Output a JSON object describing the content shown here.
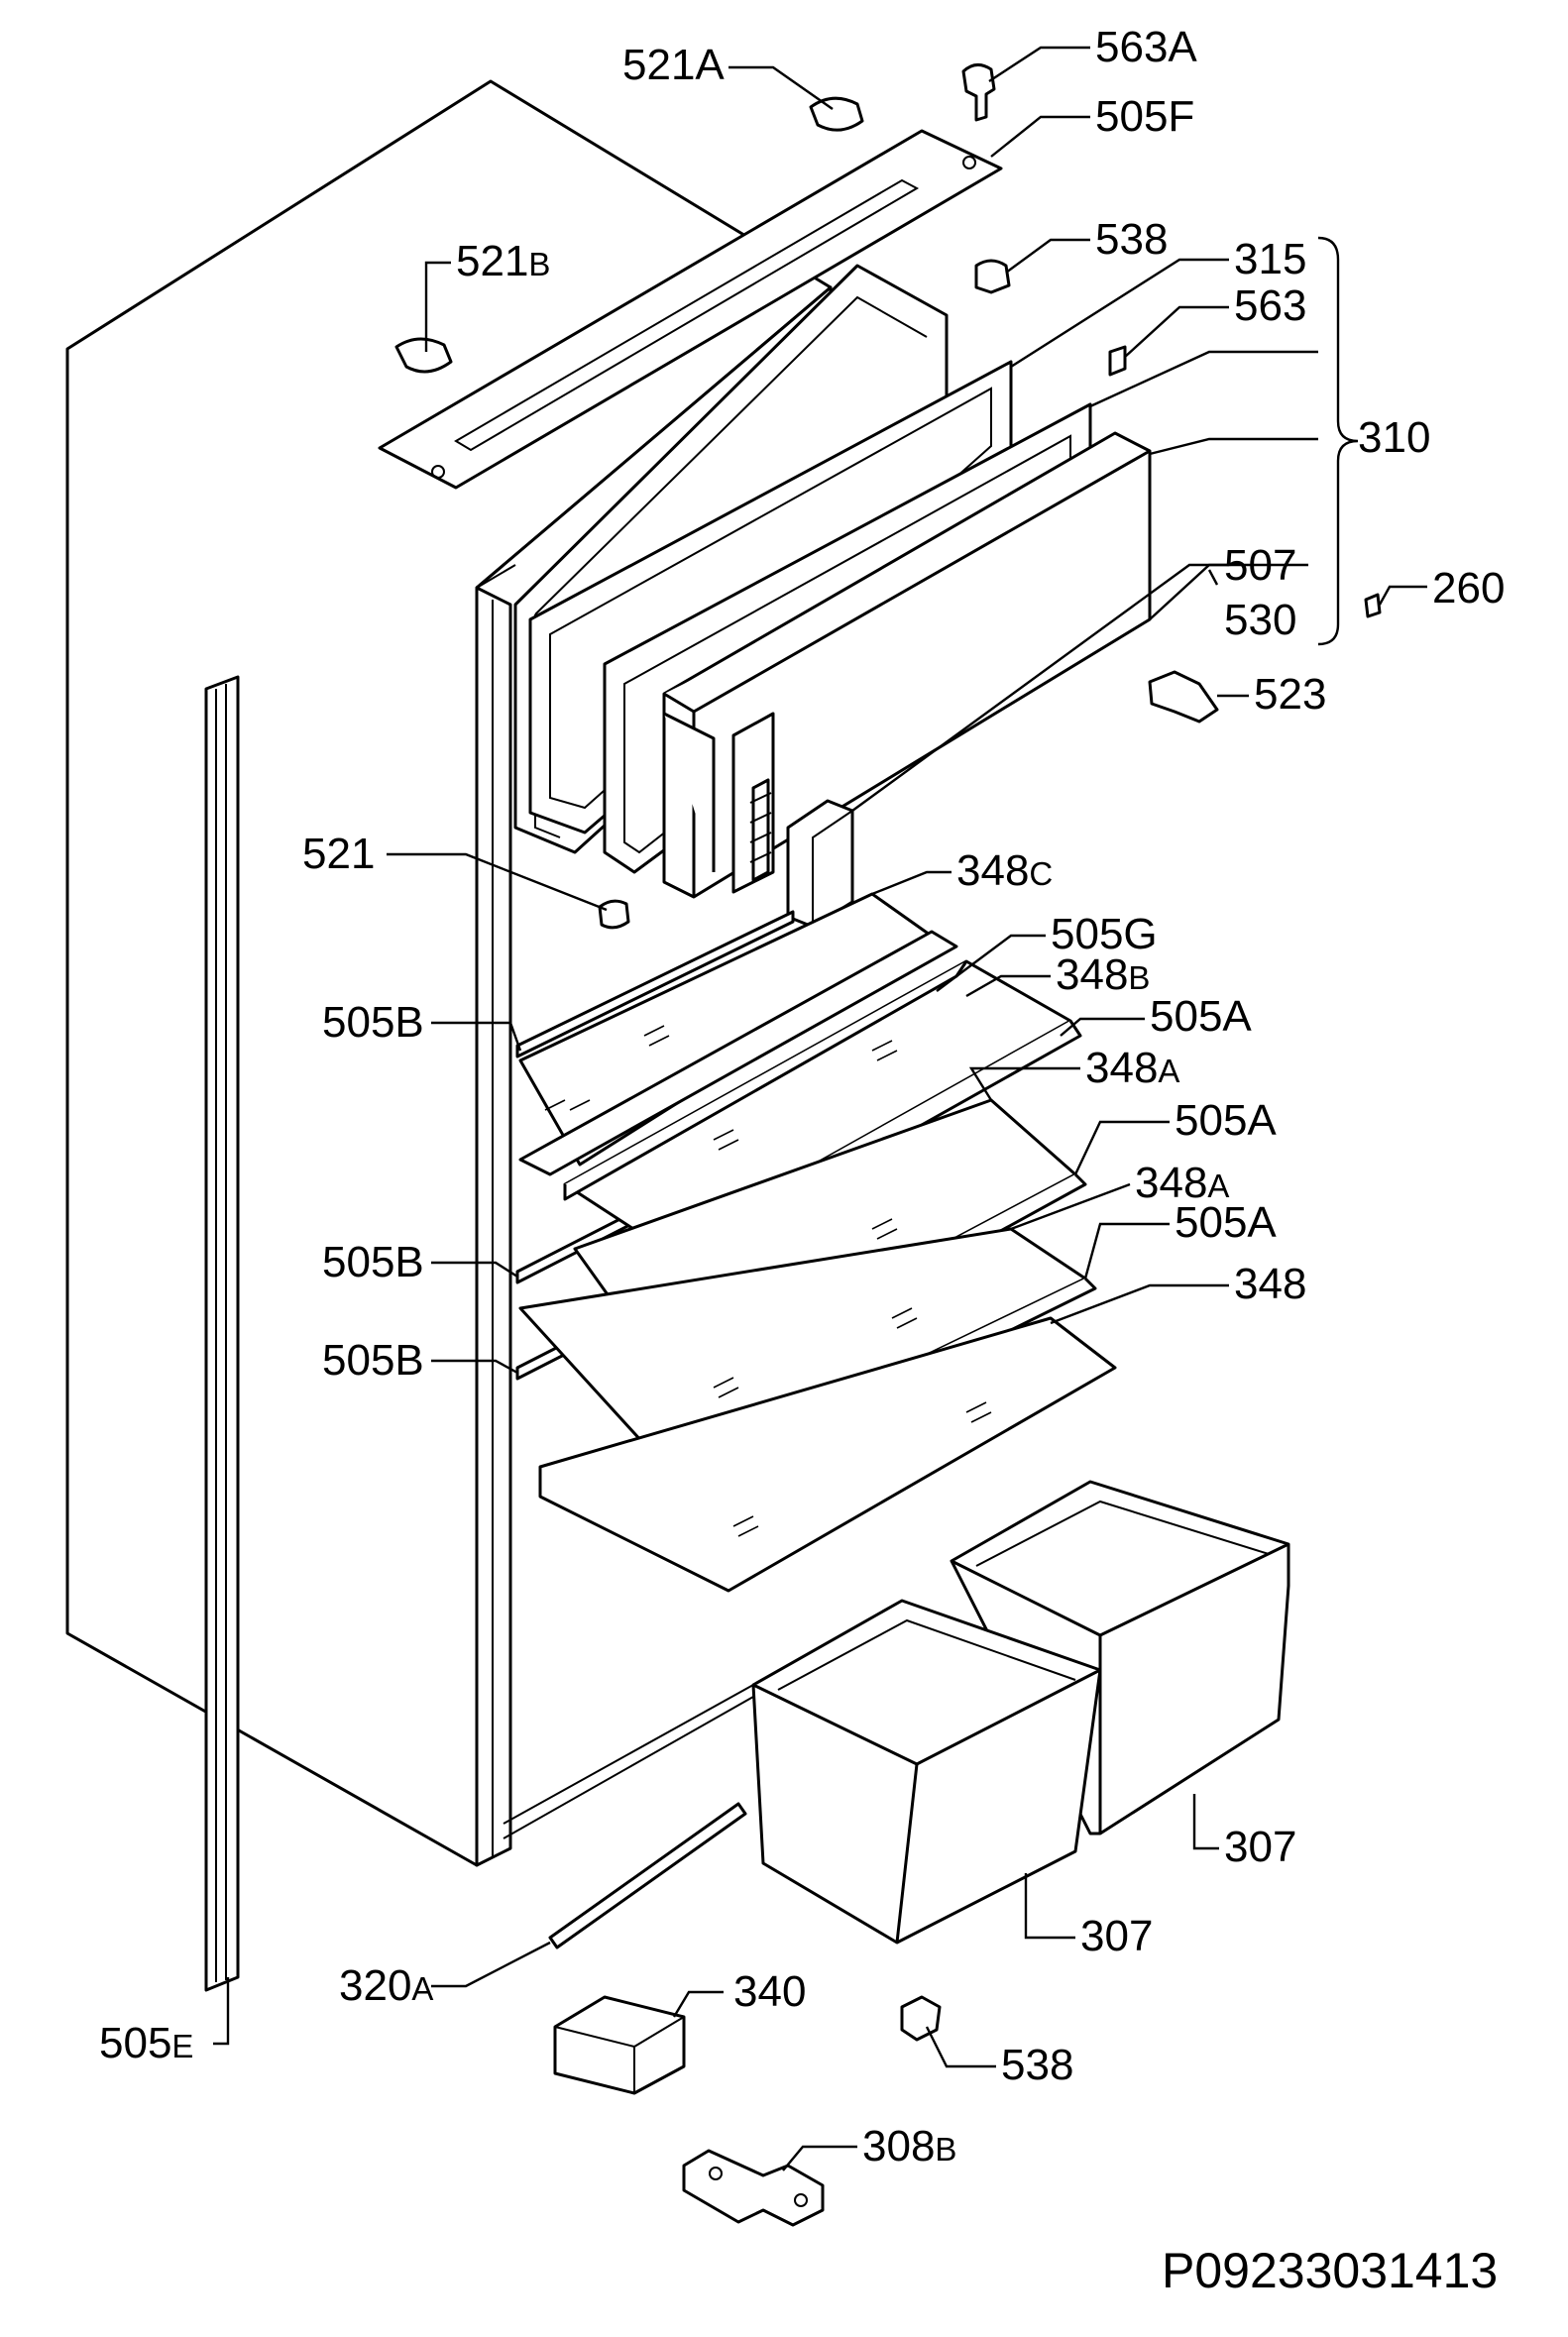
{
  "drawing_code": "P09233031413",
  "callouts": [
    {
      "id": "c563A",
      "num": "563",
      "suffix": "A"
    },
    {
      "id": "c521A",
      "num": "521",
      "suffix": "A"
    },
    {
      "id": "c505F",
      "num": "505",
      "suffix": "F"
    },
    {
      "id": "c538_top",
      "num": "538",
      "suffix": ""
    },
    {
      "id": "c521B",
      "num": "521",
      "suffix": "B"
    },
    {
      "id": "c315",
      "num": "315",
      "suffix": ""
    },
    {
      "id": "c563",
      "num": "563",
      "suffix": ""
    },
    {
      "id": "c310",
      "num": "310",
      "suffix": ""
    },
    {
      "id": "c507",
      "num": "507",
      "suffix": ""
    },
    {
      "id": "c260",
      "num": "260",
      "suffix": ""
    },
    {
      "id": "c530",
      "num": "530",
      "suffix": ""
    },
    {
      "id": "c523",
      "num": "523",
      "suffix": ""
    },
    {
      "id": "c521",
      "num": "521",
      "suffix": ""
    },
    {
      "id": "c348C",
      "num": "348",
      "suffix": "C"
    },
    {
      "id": "c505G",
      "num": "505G",
      "suffix": ""
    },
    {
      "id": "c348B",
      "num": "348",
      "suffix": "B"
    },
    {
      "id": "c505B_1",
      "num": "505B",
      "suffix": ""
    },
    {
      "id": "c505A_1",
      "num": "505A",
      "suffix": ""
    },
    {
      "id": "c348A_1",
      "num": "348",
      "suffix": "A"
    },
    {
      "id": "c505A_2",
      "num": "505A",
      "suffix": ""
    },
    {
      "id": "c348A_2",
      "num": "348",
      "suffix": "A"
    },
    {
      "id": "c505B_2",
      "num": "505B",
      "suffix": ""
    },
    {
      "id": "c505A_3",
      "num": "505A",
      "suffix": ""
    },
    {
      "id": "c348",
      "num": "348",
      "suffix": ""
    },
    {
      "id": "c505B_3",
      "num": "505B",
      "suffix": ""
    },
    {
      "id": "c307_right",
      "num": "307",
      "suffix": ""
    },
    {
      "id": "c307_left",
      "num": "307",
      "suffix": ""
    },
    {
      "id": "c320A",
      "num": "320",
      "suffix": "A"
    },
    {
      "id": "c340",
      "num": "340",
      "suffix": ""
    },
    {
      "id": "c505E",
      "num": "505",
      "suffix": "E"
    },
    {
      "id": "c538_bottom",
      "num": "538",
      "suffix": ""
    },
    {
      "id": "c308B",
      "num": "308",
      "suffix": "B"
    }
  ]
}
